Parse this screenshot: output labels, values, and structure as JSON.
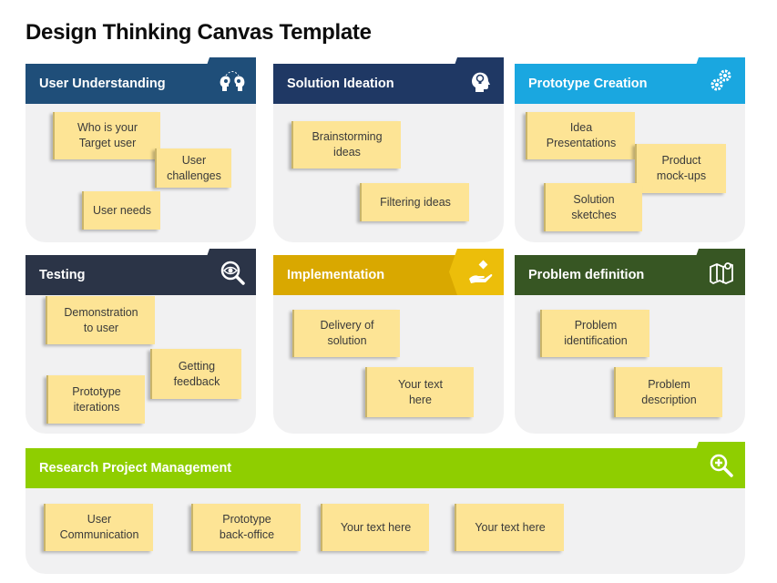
{
  "title": "Design Thinking Canvas Template",
  "colors": {
    "user_understanding": "#1f4e79",
    "solution_ideation": "#1f3864",
    "prototype_creation": "#1aa7e0",
    "testing": "#2b3447",
    "implementation": "#d9a800",
    "problem_definition": "#375623",
    "research_project_management": "#8fce00",
    "note": "#fde495",
    "panel": "#f1f1f2"
  },
  "sections": [
    {
      "id": "user-understanding",
      "title": "User Understanding",
      "icon": "two-heads-gears-icon",
      "notes": [
        "Who is your\nTarget user",
        "User\nchallenges",
        "User needs"
      ]
    },
    {
      "id": "solution-ideation",
      "title": "Solution Ideation",
      "icon": "head-lightbulb-icon",
      "notes": [
        "Brainstorming\nideas",
        "Filtering ideas"
      ]
    },
    {
      "id": "prototype-creation",
      "title": "Prototype Creation",
      "icon": "gears-icon",
      "notes": [
        "Idea\nPresentations",
        "Product\nmock-ups",
        "Solution\nsketches"
      ]
    },
    {
      "id": "testing",
      "title": "Testing",
      "icon": "eye-magnifier-icon",
      "notes": [
        "Demonstration\nto user",
        "Getting\nfeedback",
        "Prototype\niterations"
      ]
    },
    {
      "id": "implementation",
      "title": "Implementation",
      "icon": "hand-box-icon",
      "notes": [
        "Delivery of\nsolution",
        "Your text\nhere"
      ]
    },
    {
      "id": "problem-definition",
      "title": "Problem definition",
      "icon": "map-pin-icon",
      "notes": [
        "Problem\nidentification",
        "Problem\ndescription"
      ]
    },
    {
      "id": "research-project-management",
      "title": "Research Project Management",
      "icon": "zoom-in-icon",
      "notes": [
        "User\nCommunication",
        "Prototype\nback-office",
        "Your text here",
        "Your text here"
      ]
    }
  ]
}
